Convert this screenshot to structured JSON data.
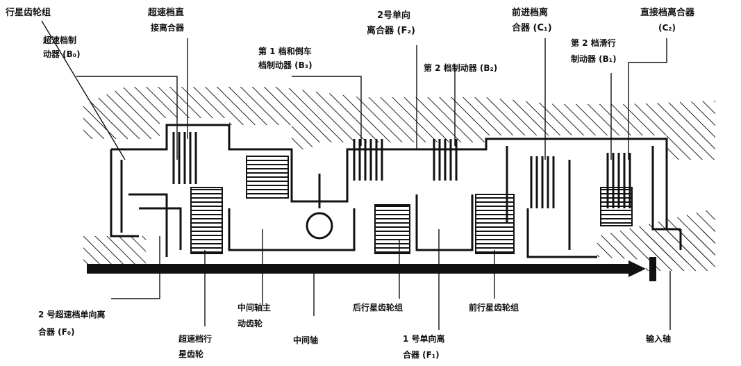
{
  "labels": {
    "planetary_group": "行星齿轮组",
    "od_brake_1": "超速档制",
    "od_brake_2": "动器 (B₀)",
    "od_clutch_1": "超速档直",
    "od_clutch_2": "接离合器",
    "b3_1": "第 1 档和倒车",
    "b3_2": "档制动器 (B₃)",
    "f2_1": "2号单向",
    "f2_2": "离合器 (F₂)",
    "b2": "第 2 档制动器 (B₂)",
    "c1_1": "前进档离",
    "c1_2": "合器 (C₁)",
    "c2_1": "直接档离合器",
    "c2_2": "(C₂)",
    "b1_1": "第 2 档滑行",
    "b1_2": "制动器 (B₁)",
    "f0_1": "2 号超速档单向离",
    "f0_2": "合器 (F₀)",
    "od_gear_1": "超速档行",
    "od_gear_2": "星齿轮",
    "counter_drive_1": "中间轴主",
    "counter_drive_2": "动齿轮",
    "counter_shaft": "中间轴",
    "rear_planet": "后行星齿轮组",
    "f1_1": "1 号单向离",
    "f1_2": "合器 (F₁)",
    "front_planet": "前行星齿轮组",
    "input_shaft": "输入轴"
  },
  "colors": {
    "ink": "#111111",
    "paper": "#ffffff",
    "hatch": "#222222"
  }
}
